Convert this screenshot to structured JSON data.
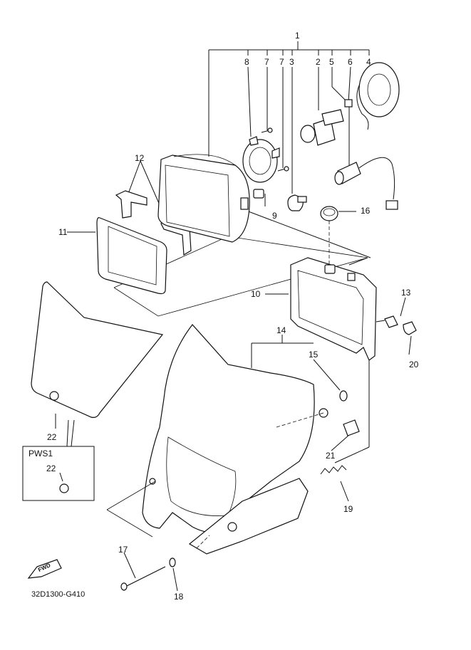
{
  "callouts": {
    "c1": "1",
    "c2": "2",
    "c3": "3",
    "c4": "4",
    "c5": "5",
    "c6": "6",
    "c7a": "7",
    "c7b": "7",
    "c8": "8",
    "c9": "9",
    "c10": "10",
    "c11": "11",
    "c12": "12",
    "c13": "13",
    "c14": "14",
    "c15": "15",
    "c16": "16",
    "c17": "17",
    "c18": "18",
    "c19": "19",
    "c20": "20",
    "c21": "21",
    "c22a": "22",
    "c22b": "22"
  },
  "box_label": "PWS1",
  "fwd_label": "FWD",
  "part_code": "32D1300-G410"
}
